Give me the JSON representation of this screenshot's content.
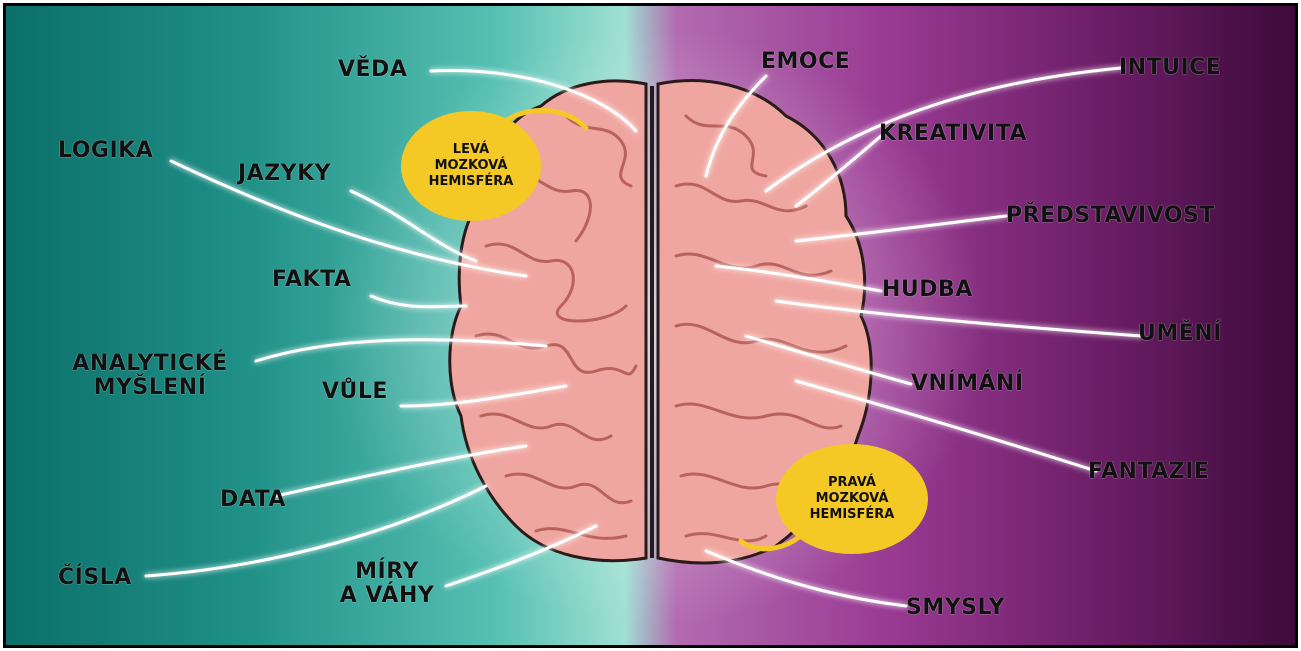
{
  "colors": {
    "left_bg": "#1f8f86",
    "right_bg": "#9a3b94",
    "brain_fill": "#f0a6a0",
    "brain_shadow": "#c9746f",
    "bubble": "#f4c825",
    "line_glow": "#ffffff"
  },
  "bubbles": {
    "left": {
      "line1": "LEVÁ",
      "line2": "MOZKOVÁ",
      "line3": "HEMISFÉRA"
    },
    "right": {
      "line1": "PRAVÁ",
      "line2": "MOZKOVÁ",
      "line3": "HEMISFÉRA"
    }
  },
  "left_labels": {
    "veda": "VĚDA",
    "logika": "LOGIKA",
    "jazyky": "JAZYKY",
    "fakta": "FAKTA",
    "analyticke_1": "ANALYTICKÉ",
    "analyticke_2": "MYŠLENÍ",
    "vule": "VŮLE",
    "data": "DATA",
    "cisla": "ČÍSLA",
    "miry_1": "MÍRY",
    "miry_2": "A VÁHY"
  },
  "right_labels": {
    "emoce": "EMOCE",
    "intuice": "INTUICE",
    "kreativita": "KREATIVITA",
    "predstavivost": "PŘEDSTAVIVOST",
    "hudba": "HUDBA",
    "umeni": "UMĚNÍ",
    "vnimani": "VNÍMÁNÍ",
    "fantazie": "FANTAZIE",
    "smysly": "SMYSLY"
  }
}
